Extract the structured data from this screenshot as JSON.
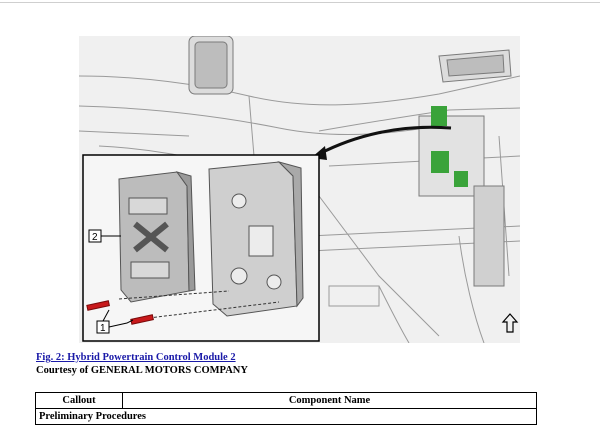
{
  "figure": {
    "callouts": [
      {
        "label": "2"
      },
      {
        "label": "1"
      }
    ]
  },
  "caption": {
    "title": "Fig. 2: Hybrid Powertrain Control Module 2",
    "credit": "Courtesy of GENERAL MOTORS COMPANY"
  },
  "table": {
    "headers": [
      "Callout",
      "Component Name"
    ],
    "section_row": "Preliminary Procedures"
  },
  "colors": {
    "link": "#1a1aa8",
    "bolt": "#c8191b",
    "connector_green": "#3aa33a"
  }
}
